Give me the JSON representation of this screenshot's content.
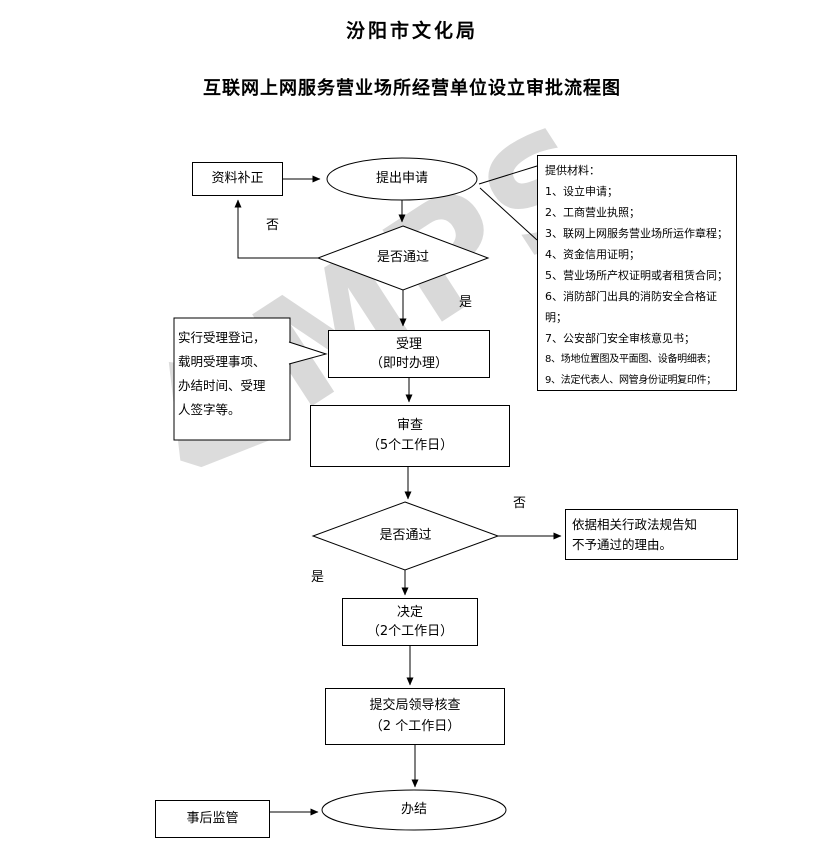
{
  "page": {
    "title1": "汾阳市文化局",
    "title2": "互联网上网服务营业场所经营单位设立审批流程图"
  },
  "watermark": {
    "text": "MPS"
  },
  "nodes": {
    "supplement": "资料补正",
    "apply": "提出申请",
    "pass1": "是否通过",
    "accept1": "受理",
    "accept2": "（即时办理）",
    "review1": "审查",
    "review2": "（5个工作日）",
    "pass2": "是否通过",
    "reject1": "依据相关行政法规告知",
    "reject2": "不予通过的理由。",
    "decide1": "决定",
    "decide2": "（2个工作日）",
    "submit1": "提交局领导核查",
    "submit2": "（2 个工作日）",
    "finish": "办结",
    "supervision": "事后监管"
  },
  "labels": {
    "no1": "否",
    "yes1": "是",
    "no2": "否",
    "yes2": "是"
  },
  "callout": {
    "lines": [
      "实行受理登记，",
      "载明受理事项、",
      "办结时间、受理",
      "人签字等。"
    ]
  },
  "materials": {
    "lines": [
      "提供材料：",
      "1、设立申请；",
      "2、工商营业执照；",
      "3、联网上网服务营业场所运作章程；",
      "4、资金信用证明；",
      "5、营业场所产权证明或者租赁合同；",
      "6、消防部门出具的消防安全合格证明；",
      "7、公安部门安全审核意见书；",
      "8、场地位置图及平面图、设备明细表；",
      "9、法定代表人、网管身份证明复印件；"
    ]
  }
}
